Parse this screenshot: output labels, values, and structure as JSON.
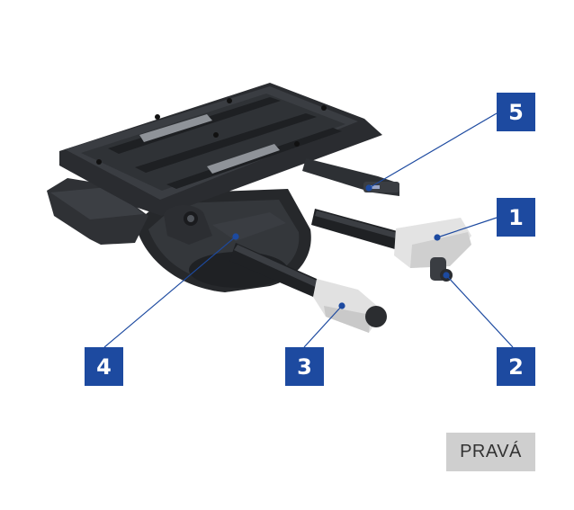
{
  "callouts": [
    {
      "number": "5"
    },
    {
      "number": "1"
    },
    {
      "number": "2"
    },
    {
      "number": "3"
    },
    {
      "number": "4"
    }
  ],
  "side_label": "PRAVÁ",
  "colors": {
    "badge": "#1d4aa0",
    "leader_line": "#1d4aa0",
    "mechanism_dark": "#2b2d30",
    "handle_light": "#d8d8d8",
    "side_label_bg": "#cfcfcf"
  }
}
